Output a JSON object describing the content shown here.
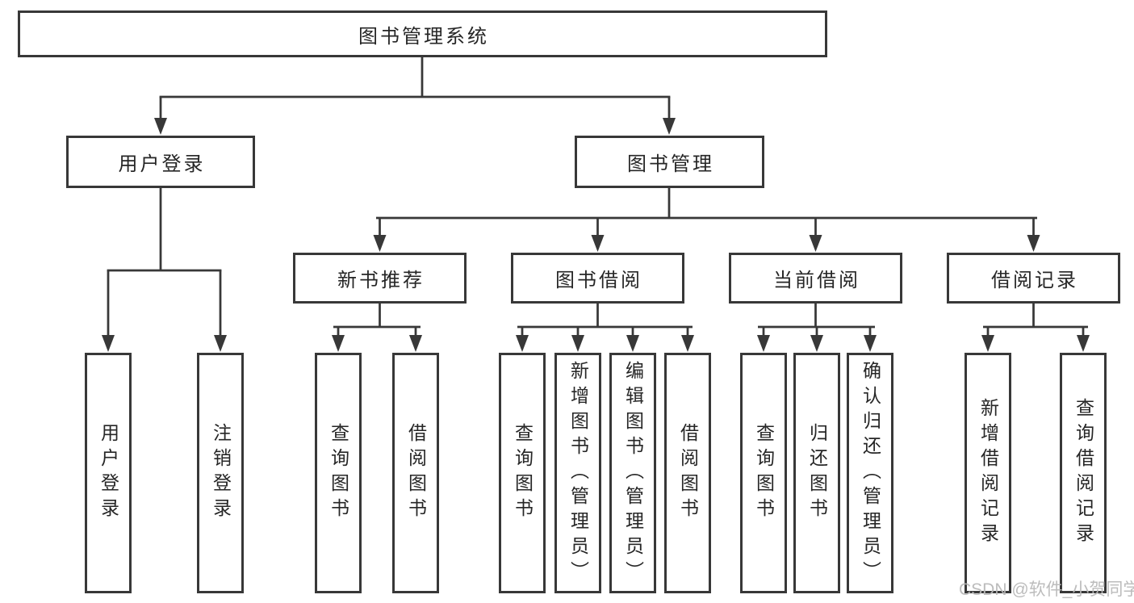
{
  "diagram": {
    "root": {
      "label": "图书管理系统"
    },
    "level2": [
      {
        "label": "用户登录"
      },
      {
        "label": "图书管理"
      }
    ],
    "level3": [
      {
        "label": "新书推荐"
      },
      {
        "label": "图书借阅"
      },
      {
        "label": "当前借阅"
      },
      {
        "label": "借阅记录"
      }
    ],
    "leaves": {
      "login": [
        {
          "label": "用户登录"
        },
        {
          "label": "注销登录"
        }
      ],
      "newbook": [
        {
          "label": "查询图书"
        },
        {
          "label": "借阅图书"
        }
      ],
      "borrow": [
        {
          "label": "查询图书"
        },
        {
          "label": "新增图书（管理员）"
        },
        {
          "label": "编辑图书（管理员）"
        },
        {
          "label": "借阅图书"
        }
      ],
      "current": [
        {
          "label": "查询图书"
        },
        {
          "label": "归还图书"
        },
        {
          "label": "确认归还（管理员）"
        }
      ],
      "records": [
        {
          "label": "新增借阅记录"
        },
        {
          "label": "查询借阅记录"
        }
      ]
    },
    "colors": {
      "line": "#383838",
      "text": "#262626",
      "watermark": "#b9b9b9",
      "background": "#ffffff"
    }
  },
  "watermark": {
    "text": "CSDN @软件_小贺同学"
  }
}
